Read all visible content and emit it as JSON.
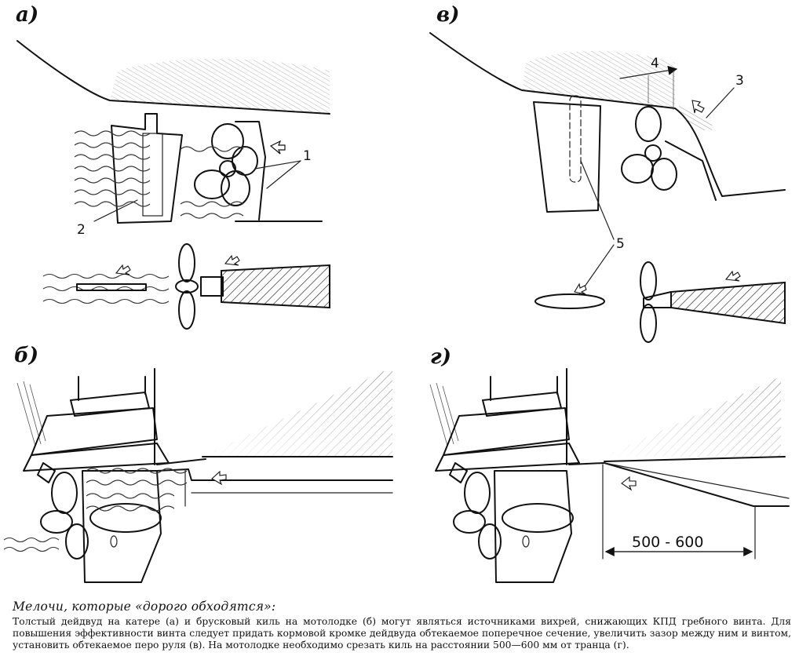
{
  "panels": {
    "a": "а)",
    "b": "б)",
    "v": "в)",
    "g": "г)"
  },
  "callouts": {
    "c1": "1",
    "c2": "2",
    "c3": "3",
    "c4": "4",
    "c5": "5"
  },
  "dimension": "500 - 600",
  "caption": {
    "title": "Мелочи, которые «дорого обходятся»:",
    "text": "Толстый дейдвуд на катере (а) и брусковый киль на мотолодке (б) могут являться источниками вихрей, снижающих КПД гребного винта. Для повышения эффективности винта следует придать кормовой кромке дейдвуда обтекаемое поперечное сечение, увеличить зазор между ним и винтом, установить обтекаемое перо руля (в). На мотолодке необходимо срезать киль на расстоянии 500—600 мм от транца (г)."
  }
}
